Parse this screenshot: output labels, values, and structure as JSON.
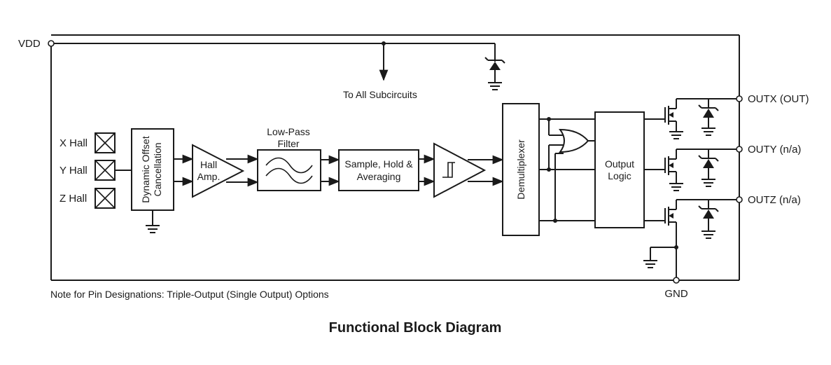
{
  "pins": {
    "vdd": "VDD",
    "gnd": "GND",
    "outx": "OUTX (OUT)",
    "outy": "OUTY (n/a)",
    "outz": "OUTZ (n/a)"
  },
  "supply_note": "To All Subcircuits",
  "hall_sensors": [
    "X Hall",
    "Y Hall",
    "Z Hall"
  ],
  "blocks": {
    "offset_line1": "Dynamic Offset",
    "offset_line2": "Cancellation",
    "amp_line1": "Hall",
    "amp_line2": "Amp.",
    "filter_line1": "Low-Pass",
    "filter_line2": "Filter",
    "sample_line1": "Sample, Hold &",
    "sample_line2": "Averaging",
    "demux": "Demultiplexer",
    "logic_line1": "Output",
    "logic_line2": "Logic"
  },
  "footnote": "Note for Pin Designations: Triple-Output (Single Output) Options",
  "caption": "Functional Block Diagram"
}
